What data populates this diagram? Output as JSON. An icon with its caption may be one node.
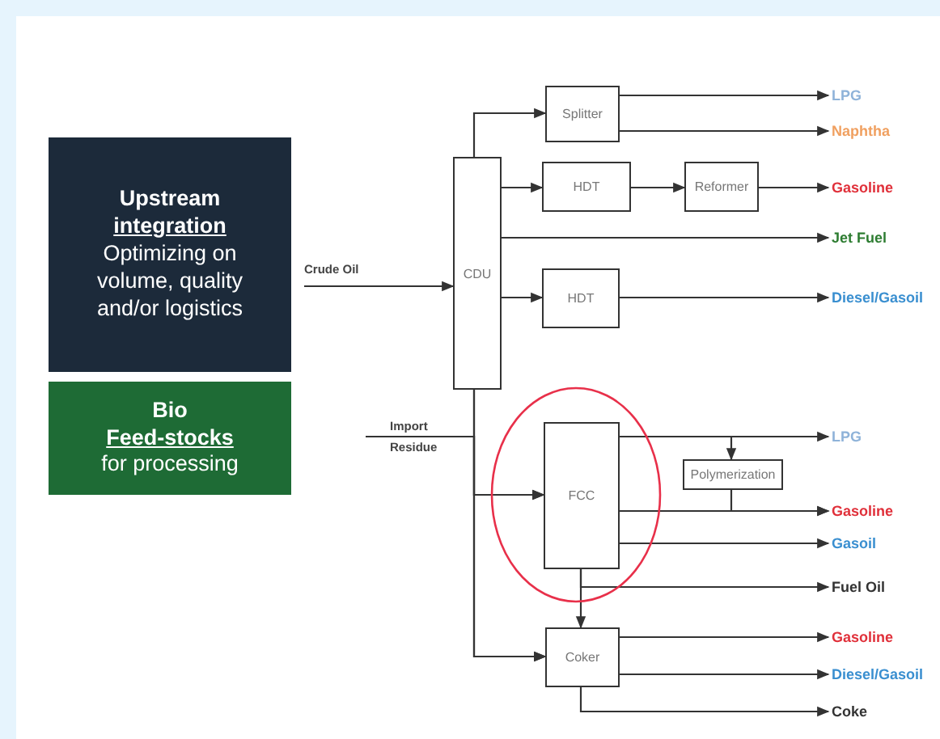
{
  "diagram": {
    "nodes": [
      {
        "text": [
          "Upstream",
          "integration",
          "Optimizing on volume, quality and/or logistics"
        ]
      },
      {
        "text": [
          "Bio",
          "Feed-stocks",
          "for processing"
        ]
      },
      {
        "text": [
          "Crude Oil"
        ]
      },
      {
        "text": [
          "Import Residue"
        ]
      },
      {
        "text": [
          "CDU"
        ]
      },
      {
        "text": [
          "Splitter"
        ]
      },
      {
        "text": [
          "HDT"
        ]
      },
      {
        "text": [
          "Reformer"
        ]
      },
      {
        "text": [
          "HDT"
        ]
      },
      {
        "text": [
          "FCC"
        ]
      },
      {
        "text": [
          "Polymerization"
        ]
      },
      {
        "text": [
          "Coker"
        ]
      },
      {
        "text": [
          "LPG"
        ]
      },
      {
        "text": [
          "Naphtha"
        ]
      },
      {
        "text": [
          "Gasoline"
        ]
      },
      {
        "text": [
          "Jet Fuel"
        ]
      },
      {
        "text": [
          "Diesel/Gasoil"
        ]
      },
      {
        "text": [
          "LPG"
        ]
      },
      {
        "text": [
          "Gasoline"
        ]
      },
      {
        "text": [
          "Gasoil"
        ]
      },
      {
        "text": [
          "Fuel Oil"
        ]
      },
      {
        "text": [
          "Gasoline"
        ]
      },
      {
        "text": [
          "Diesel/Gasoil"
        ]
      },
      {
        "text": [
          "Coke"
        ]
      }
    ],
    "edges": [
      {
        "from": 2,
        "to": 4,
        "arrow": "to"
      },
      {
        "from": 3,
        "to": 9,
        "arrow": "to"
      },
      {
        "from": 3,
        "to": 11,
        "arrow": "to"
      },
      {
        "from": 4,
        "to": 5,
        "arrow": "to"
      },
      {
        "from": 5,
        "to": 12,
        "arrow": "to"
      },
      {
        "from": 5,
        "to": 13,
        "arrow": "to"
      },
      {
        "from": 4,
        "to": 6,
        "arrow": "to"
      },
      {
        "from": 6,
        "to": 7,
        "arrow": "to"
      },
      {
        "from": 7,
        "to": 14,
        "arrow": "to"
      },
      {
        "from": 4,
        "to": 15,
        "arrow": "to"
      },
      {
        "from": 4,
        "to": 8,
        "arrow": "to"
      },
      {
        "from": 8,
        "to": 16,
        "arrow": "to"
      },
      {
        "from": 4,
        "to": 9,
        "arrow": "to"
      },
      {
        "from": 4,
        "to": 11,
        "arrow": "to"
      },
      {
        "from": 9,
        "to": 17,
        "arrow": "to"
      },
      {
        "from": 9,
        "to": 10,
        "arrow": "to"
      },
      {
        "from": 10,
        "to": 18,
        "arrow": "to"
      },
      {
        "from": 9,
        "to": 18,
        "arrow": "to"
      },
      {
        "from": 9,
        "to": 19,
        "arrow": "to"
      },
      {
        "from": 9,
        "to": 20,
        "arrow": "to"
      },
      {
        "from": 9,
        "to": 11,
        "arrow": "to"
      },
      {
        "from": 11,
        "to": 21,
        "arrow": "to"
      },
      {
        "from": 11,
        "to": 22,
        "arrow": "to"
      },
      {
        "from": 11,
        "to": 23,
        "arrow": "to"
      }
    ]
  }
}
